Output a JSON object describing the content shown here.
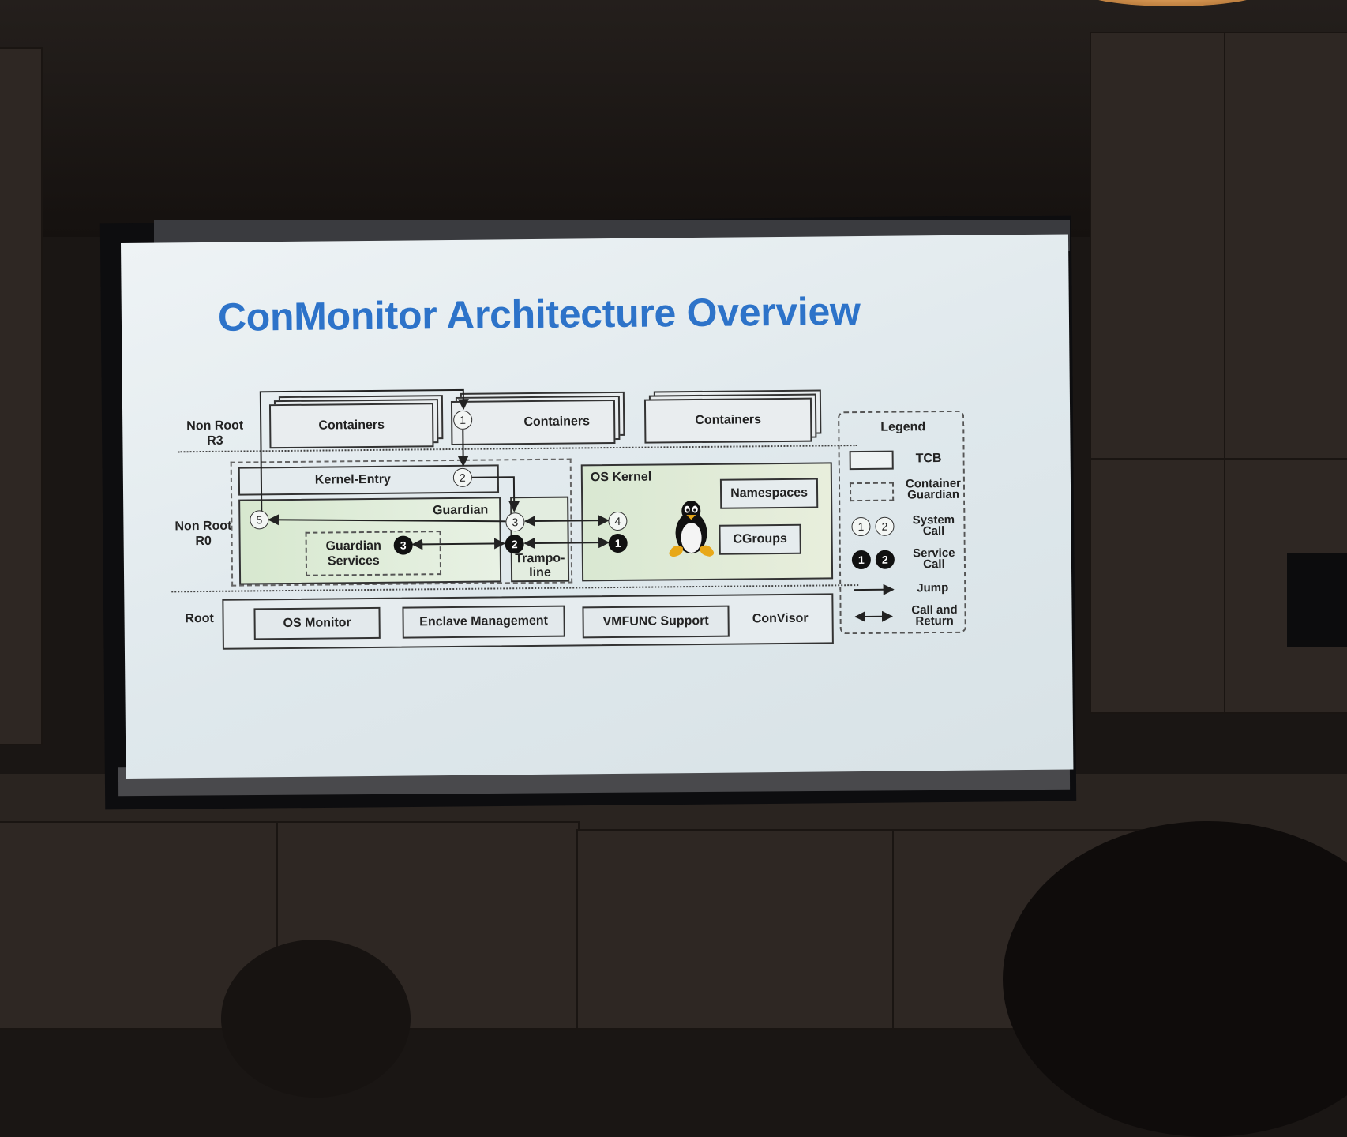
{
  "slide": {
    "title": "ConMonitor Architecture Overview"
  },
  "rings": {
    "r3": "Non Root\nR3",
    "r0": "Non Root\nR0",
    "root": "Root"
  },
  "containers": [
    "Containers",
    "Containers",
    "Containers"
  ],
  "components": {
    "kernel_entry": "Kernel-Entry",
    "guardian": "Guardian",
    "guardian_services": "Guardian\nServices",
    "trampoline": "Trampo-\nline",
    "os_kernel": "OS Kernel",
    "namespaces": "Namespaces",
    "cgroups": "CGroups",
    "os_monitor": "OS Monitor",
    "enclave_management": "Enclave Management",
    "vmfunc_support": "VMFUNC Support",
    "convisor": "ConVisor"
  },
  "markers": {
    "syscall_1": "1",
    "syscall_2": "2",
    "syscall_3": "3",
    "syscall_4": "4",
    "syscall_5": "5",
    "service_1": "1",
    "service_2": "2",
    "service_3": "3"
  },
  "legend": {
    "title": "Legend",
    "tcb": "TCB",
    "container_guardian": "Container\nGuardian",
    "system_call": "System\nCall",
    "service_call": "Service\nCall",
    "jump": "Jump",
    "call_and_return": "Call and\nReturn",
    "sys_1": "1",
    "sys_2": "2",
    "svc_1": "1",
    "svc_2": "2"
  },
  "colors": {
    "title": "#2d73c9",
    "guardian_fill": "#d7e8cf",
    "kernel_fill": "#d9e8d2",
    "box_fill": "#e9edef"
  },
  "icons": {
    "os_kernel": "linux-penguin-icon"
  }
}
